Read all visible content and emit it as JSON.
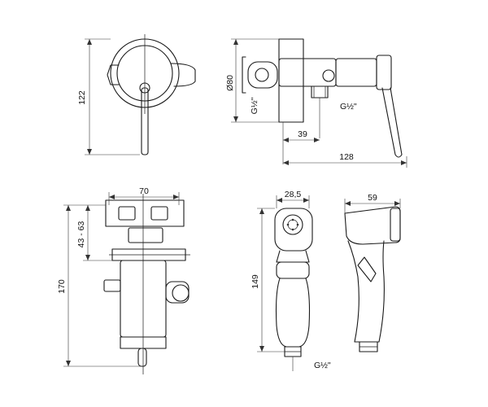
{
  "dimensions": {
    "height_122": "122",
    "diameter_80": "Ø80",
    "thread_left": "G½\"",
    "thread_right": "G½\"",
    "offset_39": "39",
    "length_128": "128",
    "width_70": "70",
    "range_43_63": "43 - 63",
    "height_170": "170",
    "width_28_5": "28,5",
    "height_149": "149",
    "thread_bottom": "G½\"",
    "width_59": "59"
  },
  "colors": {
    "line": "#1a1a1a",
    "background": "#ffffff"
  }
}
